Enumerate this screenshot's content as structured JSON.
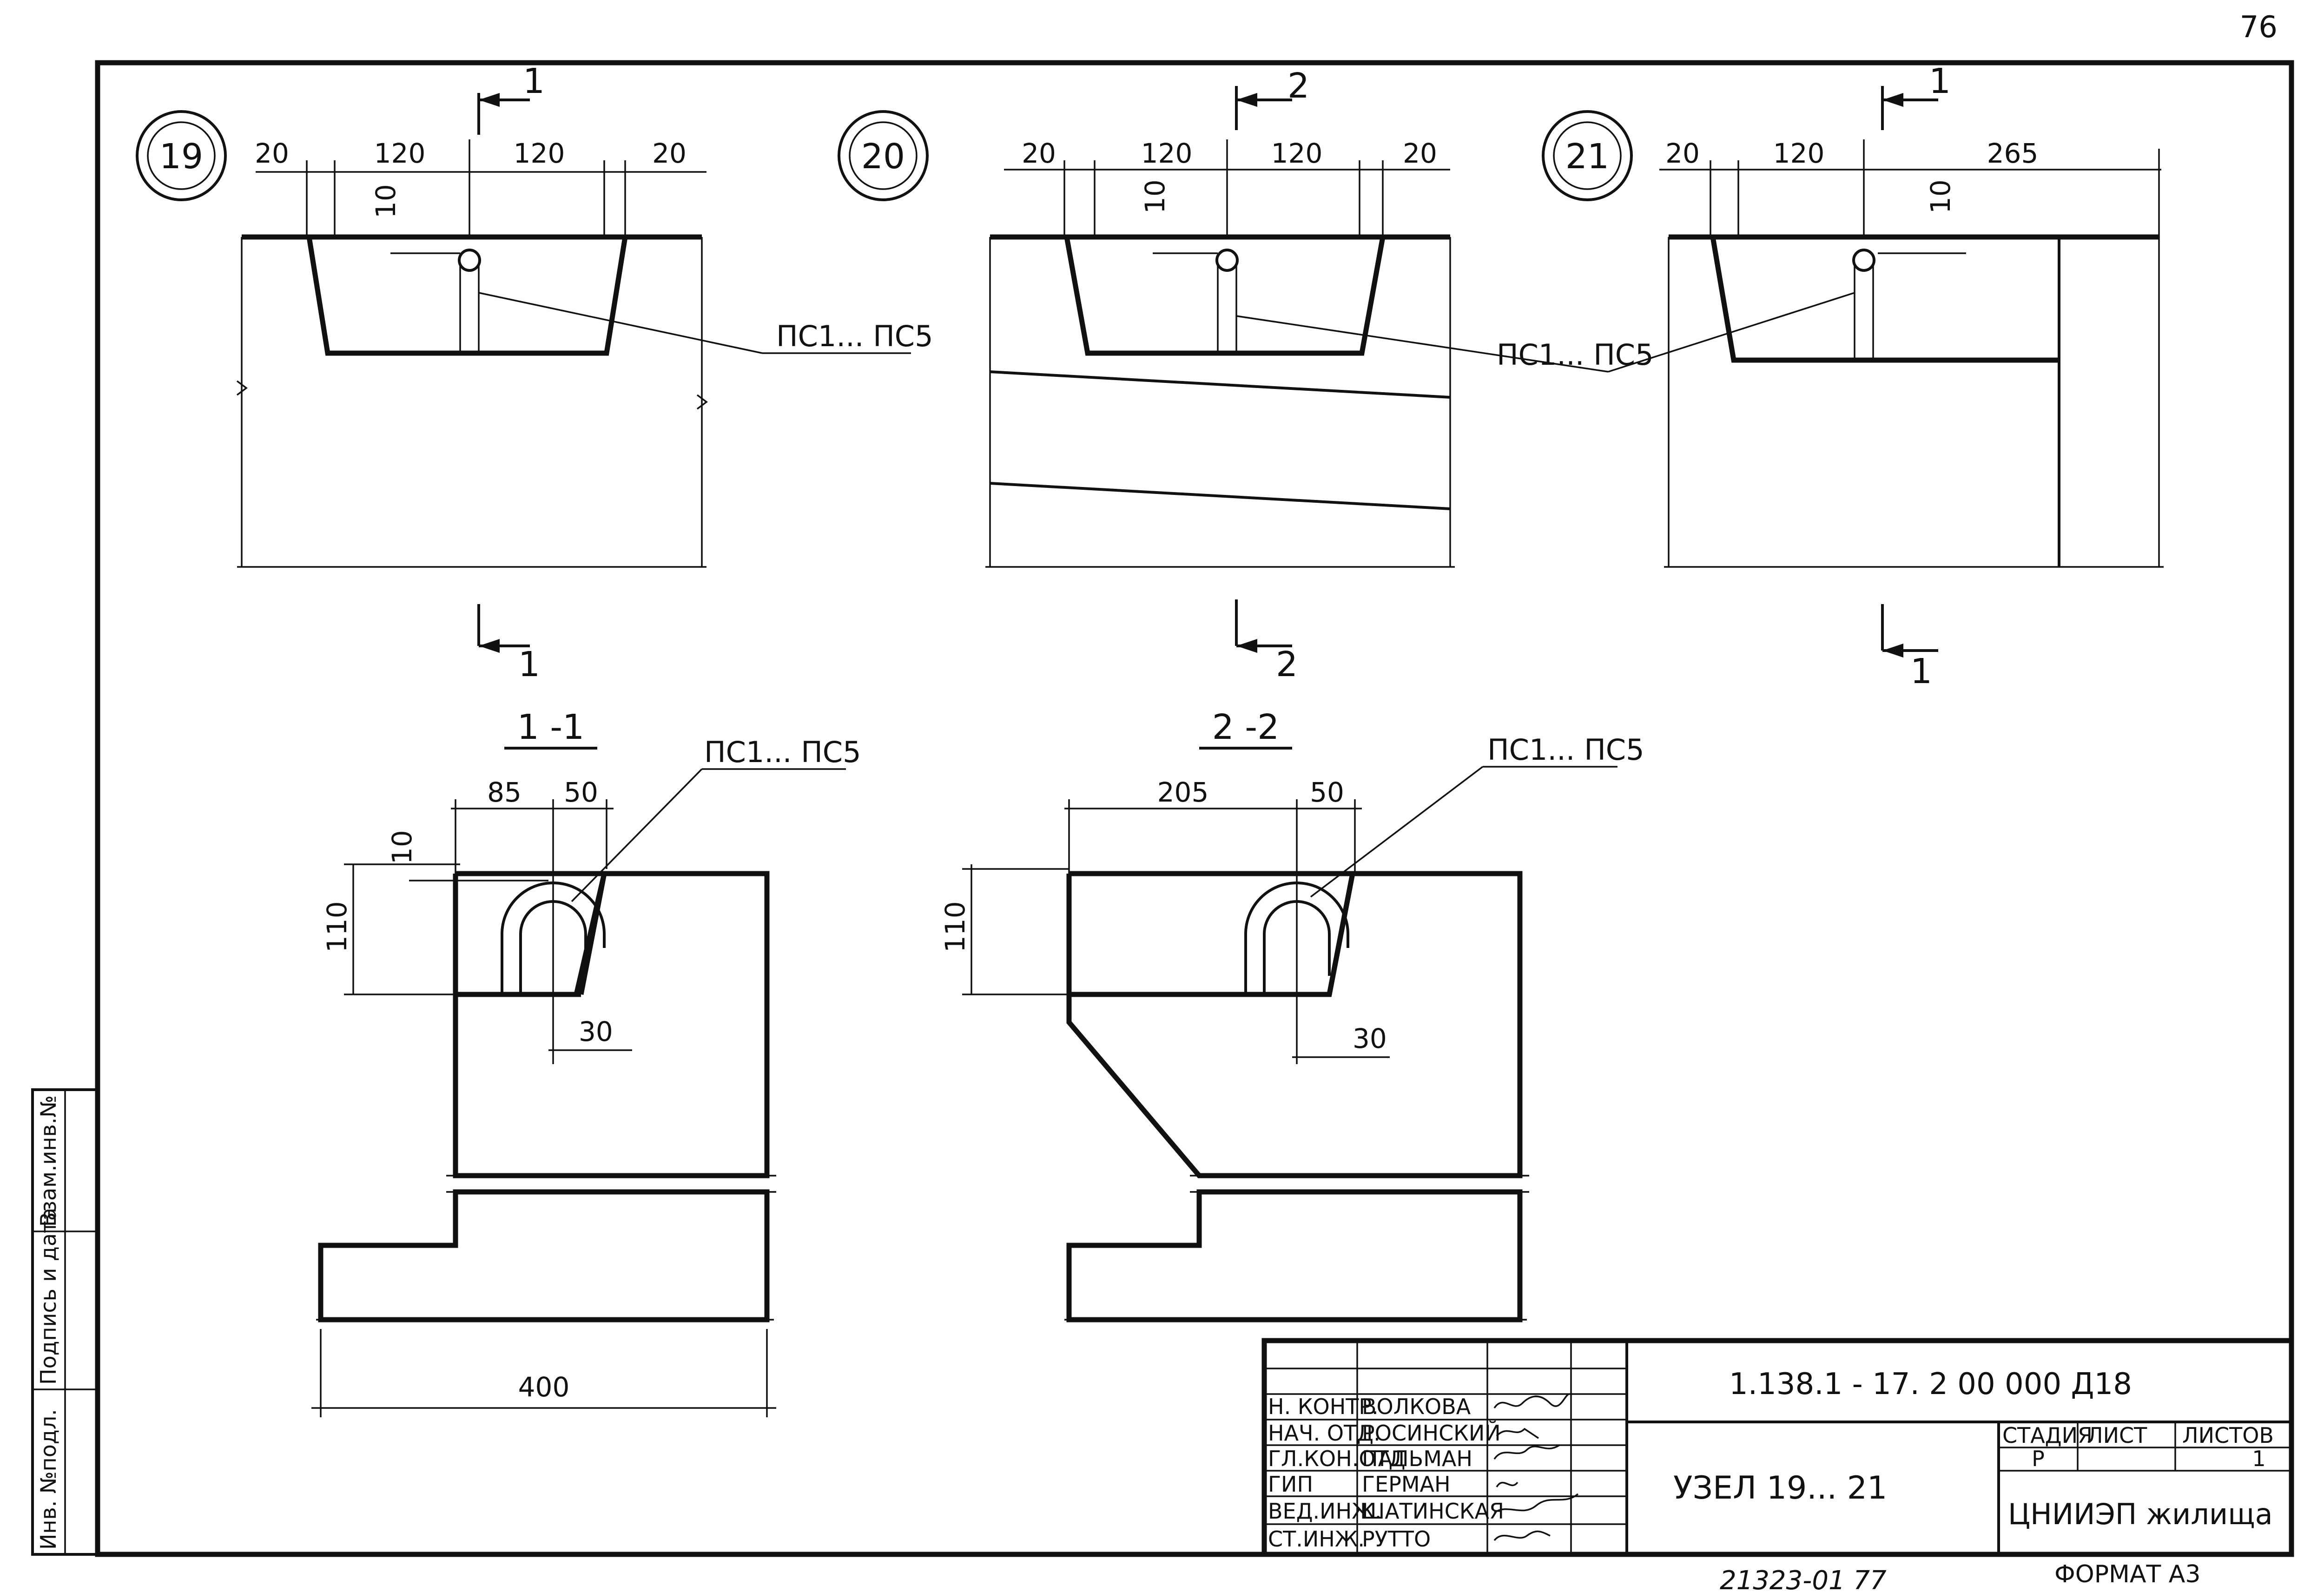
{
  "sheet": {
    "page_number": "76",
    "bottom_stamp": "21323-01   77",
    "format_label": "ФОРМАТ А3"
  },
  "nodes": [
    {
      "number": "19",
      "section_mark": "1",
      "dims": [
        "20",
        "120",
        "120",
        "20"
      ],
      "top_dim": "10",
      "callout": "ПС1... ПС5"
    },
    {
      "number": "20",
      "section_mark": "2",
      "dims": [
        "20",
        "120",
        "120",
        "20"
      ],
      "top_dim": "10",
      "callout": "ПС1... ПС5"
    },
    {
      "number": "21",
      "section_mark": "1",
      "dims": [
        "20",
        "120",
        "265"
      ],
      "top_dim": "10"
    }
  ],
  "sections": [
    {
      "title": "1 -1",
      "callout": "ПС1... ПС5",
      "dim_a": "85",
      "dim_b": "50",
      "dim_top": "10",
      "dim_h": "110",
      "dim_off": "30",
      "dim_width": "400"
    },
    {
      "title": "2 -2",
      "callout": "ПС1... ПС5",
      "dim_a": "205",
      "dim_b": "50",
      "dim_h": "110",
      "dim_off": "30"
    }
  ],
  "side_stamp": {
    "inv_podl": "Инв. №подл.",
    "podpis": "Подпись и дата",
    "vzam": "Взам.инв.№"
  },
  "title_block": {
    "roles": [
      {
        "role": "Н. КОНТР.",
        "name": "ВОЛКОВА"
      },
      {
        "role": "НАЧ. ОТД.",
        "name": "РОСИНСКИЙ"
      },
      {
        "role": "ГЛ.КОН.ОТД",
        "name": "ПАЛЬМАН"
      },
      {
        "role": "ГИП",
        "name": "ГЕРМАН"
      },
      {
        "role": "ВЕД.ИНЖ.",
        "name": "ШАТИНСКАЯ"
      },
      {
        "role": "СТ.ИНЖ.",
        "name": "РУТТО"
      }
    ],
    "doc_code": "1.138.1 - 17. 2     00 000 Д18",
    "title": "УЗЕЛ 19... 21",
    "stage_header": "СТАДИЯ",
    "sheet_header": "ЛИСТ",
    "sheets_header": "ЛИСТОВ",
    "stage_value": "Р",
    "sheets_value": "1",
    "organization": "ЦНИИЭП жилища"
  }
}
